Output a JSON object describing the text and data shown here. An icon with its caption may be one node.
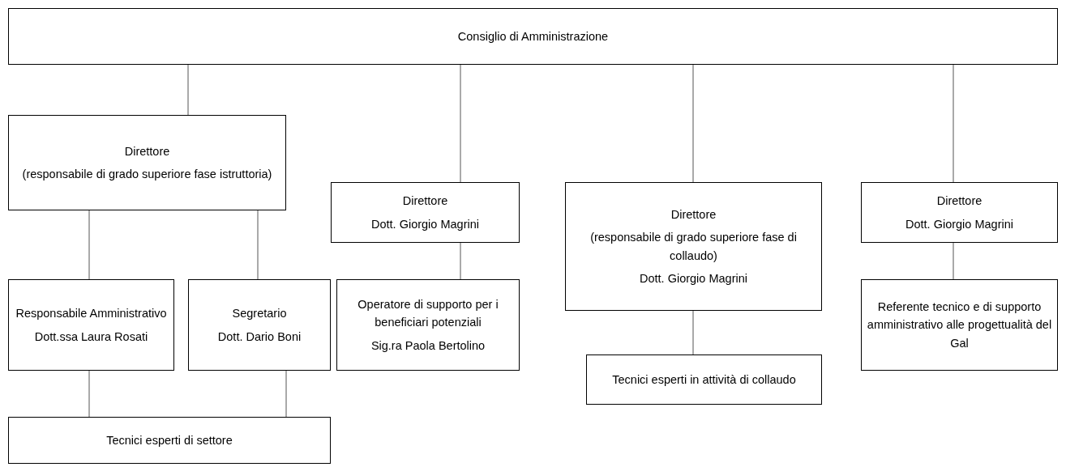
{
  "diagram": {
    "nodes": [
      {
        "text": [
          "Consiglio di Amministrazione"
        ]
      },
      {
        "text": [
          "Direttore",
          "(responsabile di grado superiore fase istruttoria)"
        ]
      },
      {
        "text": [
          "Direttore",
          "Dott. Giorgio Magrini"
        ]
      },
      {
        "text": [
          "Direttore",
          "(responsabile di grado superiore fase di collaudo)",
          "Dott. Giorgio Magrini"
        ]
      },
      {
        "text": [
          "Direttore",
          "Dott. Giorgio Magrini"
        ]
      },
      {
        "text": [
          "Responsabile Amministrativo",
          "Dott.ssa Laura Rosati"
        ]
      },
      {
        "text": [
          "Segretario",
          "Dott. Dario Boni"
        ]
      },
      {
        "text": [
          "Operatore di supporto per i beneficiari potenziali",
          "Sig.ra Paola Bertolino"
        ]
      },
      {
        "text": [
          "Tecnici esperti in attività di collaudo"
        ]
      },
      {
        "text": [
          "Referente tecnico e di supporto amministrativo alle progettualità del Gal"
        ]
      },
      {
        "text": [
          "Tecnici esperti di settore"
        ]
      }
    ],
    "edges": [
      {
        "from": 0,
        "to": 1,
        "arrow": "none"
      },
      {
        "from": 0,
        "to": 2,
        "arrow": "none"
      },
      {
        "from": 0,
        "to": 3,
        "arrow": "none"
      },
      {
        "from": 0,
        "to": 4,
        "arrow": "none"
      },
      {
        "from": 1,
        "to": 5,
        "arrow": "none"
      },
      {
        "from": 1,
        "to": 6,
        "arrow": "none"
      },
      {
        "from": 2,
        "to": 7,
        "arrow": "none"
      },
      {
        "from": 3,
        "to": 8,
        "arrow": "none"
      },
      {
        "from": 4,
        "to": 9,
        "arrow": "none"
      },
      {
        "from": 5,
        "to": 10,
        "arrow": "none"
      },
      {
        "from": 6,
        "to": 10,
        "arrow": "none"
      }
    ]
  }
}
